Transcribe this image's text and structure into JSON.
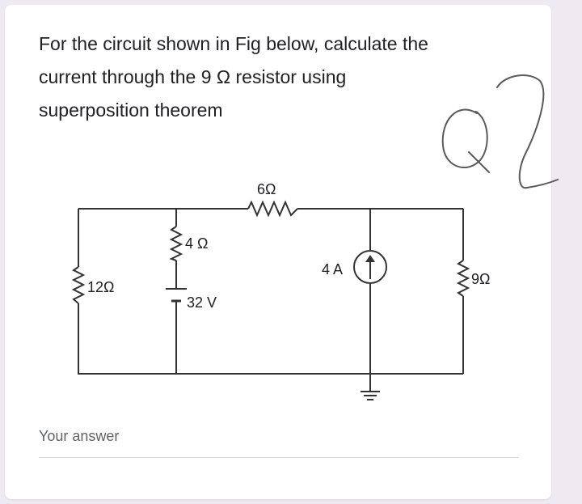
{
  "question": {
    "lines": [
      "For the circuit shown in Fig below, calculate the",
      "current through the 9 Ω resistor using",
      "superposition theorem"
    ]
  },
  "circuit": {
    "r12_label": "12Ω",
    "r4_label": "4 Ω",
    "v32_label": "32 V",
    "r6_label": "6Ω",
    "i4_label": "4 A",
    "r9_label": "9Ω"
  },
  "answer": {
    "placeholder": "Your answer"
  },
  "colors": {
    "wire": "#333333",
    "text": "#202124",
    "placeholder": "#5f6368"
  }
}
